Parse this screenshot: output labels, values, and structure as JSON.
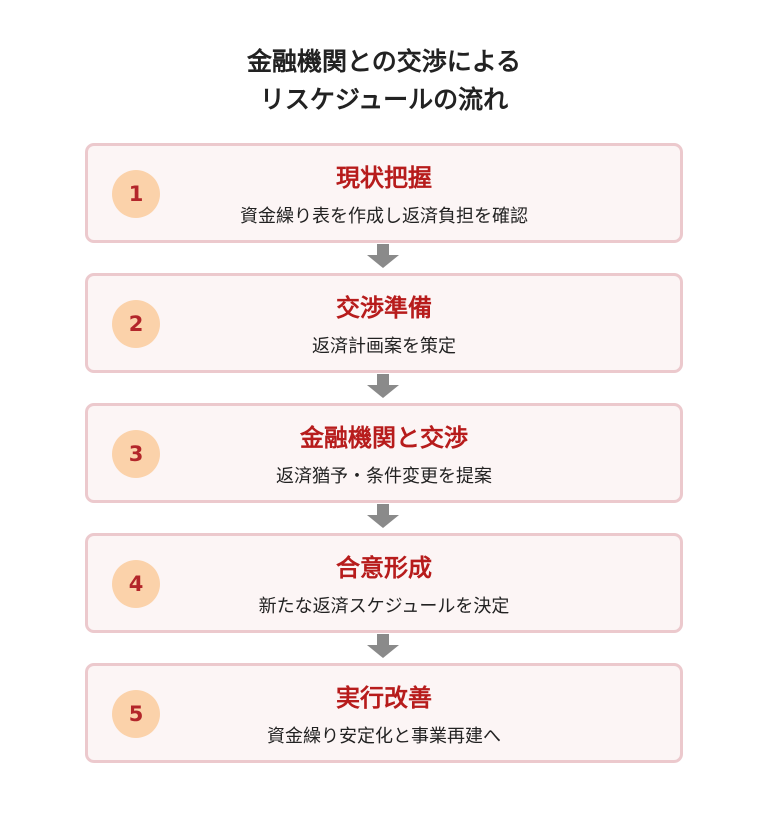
{
  "title": [
    "金融機関との交渉による",
    "リスケジュールの流れ"
  ],
  "colors": {
    "title_red": "#b71c1c",
    "circle": "#fbd2aa",
    "border": "#ecc9cd",
    "arrow": "#8a8a8a"
  },
  "steps": [
    {
      "num": "1",
      "title": "現状把握",
      "desc": "資金繰り表を作成し返済負担を確認"
    },
    {
      "num": "2",
      "title": "交渉準備",
      "desc": "返済計画案を策定"
    },
    {
      "num": "3",
      "title": "金融機関と交渉",
      "desc": "返済猶予・条件変更を提案"
    },
    {
      "num": "4",
      "title": "合意形成",
      "desc": "新たな返済スケジュールを決定"
    },
    {
      "num": "5",
      "title": "実行改善",
      "desc": "資金繰り安定化と事業再建へ"
    }
  ]
}
